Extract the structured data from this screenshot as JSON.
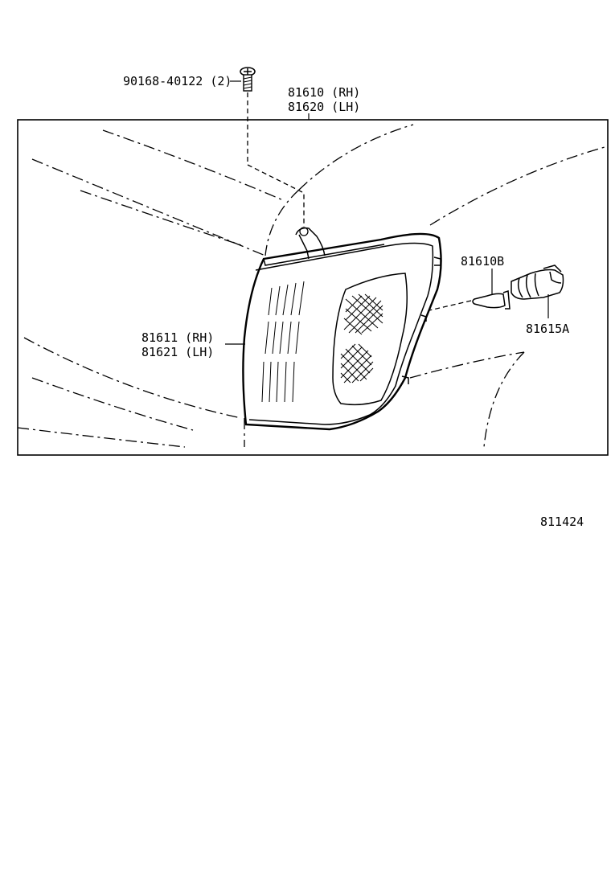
{
  "labels": {
    "screw": "90168-40122 (2)",
    "lamp_assy_rh": "81610 (RH)",
    "lamp_assy_lh": "81620 (LH)",
    "lens_rh": "81611 (RH)",
    "lens_lh": "81621 (LH)",
    "bulb": "81610B",
    "socket": "81615A"
  },
  "diagram_id": "811424"
}
